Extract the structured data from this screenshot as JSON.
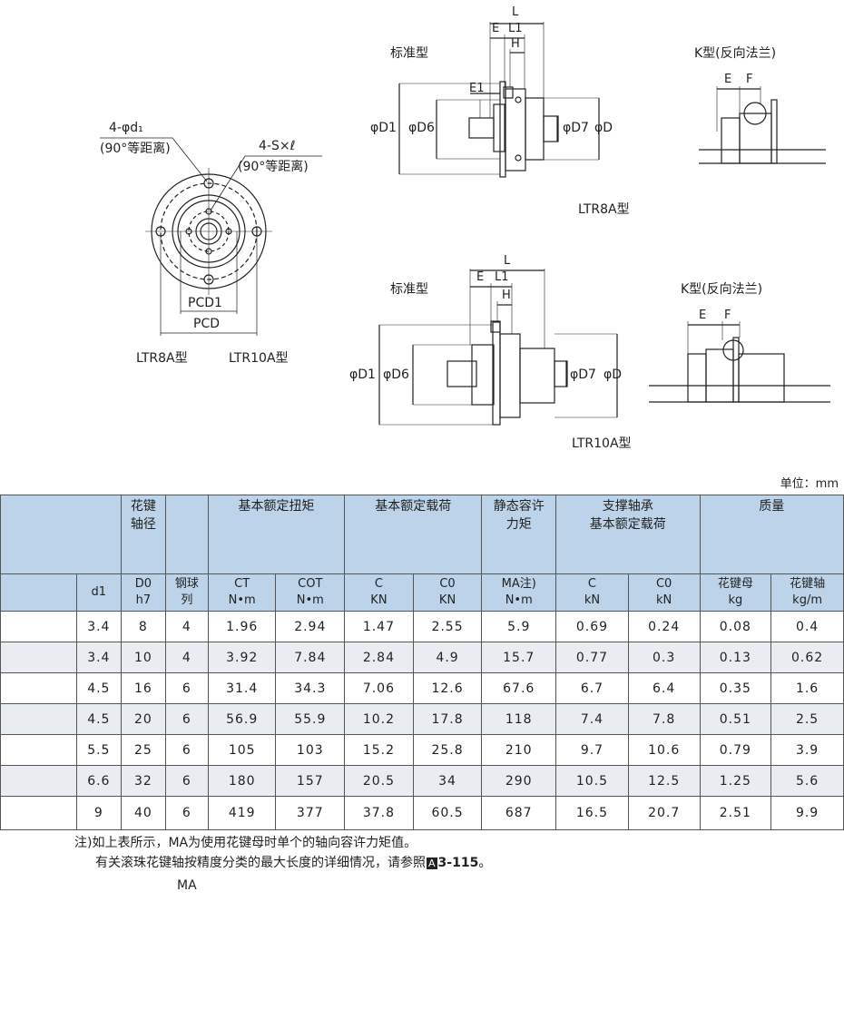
{
  "drawing": {
    "d1_label": "4-φd₁",
    "d1_sub": "(90°等距离)",
    "s_label": "4-S×ℓ",
    "s_sub": "(90°等距离)",
    "pcd1": "PCD1",
    "pcd": "PCD",
    "front_caption_a": "LTR8A型",
    "front_caption_b": "LTR10A型",
    "std_label": "标准型",
    "k_label": "K型(反向法兰)",
    "L": "L",
    "E": "E",
    "L1": "L1",
    "H": "H",
    "E1": "E1",
    "F": "F",
    "D1": "φD1",
    "D6": "φD6",
    "D7": "φD7",
    "D": "φD",
    "ltr8a": "LTR8A型",
    "ltr10a": "LTR10A型",
    "ma": "MA"
  },
  "unit": "单位：mm",
  "table": {
    "header": {
      "spline_dia": "花键\n轴径",
      "torque": "基本额定扭矩",
      "load": "基本额定载荷",
      "static_moment": "静态容许\n力矩",
      "bearing": "支撑轴承\n基本额定载荷",
      "mass": "质量",
      "d1": "d1",
      "d0": "D0\nh7",
      "balls": "钢球\n列",
      "ct": "CT\nN•m",
      "cot": "COT\nN•m",
      "c": "C\nKN",
      "c0": "C0\nKN",
      "ma": "MA注)\nN•m",
      "bc": "C\nkN",
      "bc0": "C0\nkN",
      "nut": "花键母\nkg",
      "shaft": "花键轴\nkg/m"
    },
    "rows": [
      [
        "3.4",
        "8",
        "4",
        "1.96",
        "2.94",
        "1.47",
        "2.55",
        "5.9",
        "0.69",
        "0.24",
        "0.08",
        "0.4"
      ],
      [
        "3.4",
        "10",
        "4",
        "3.92",
        "7.84",
        "2.84",
        "4.9",
        "15.7",
        "0.77",
        "0.3",
        "0.13",
        "0.62"
      ],
      [
        "4.5",
        "16",
        "6",
        "31.4",
        "34.3",
        "7.06",
        "12.6",
        "67.6",
        "6.7",
        "6.4",
        "0.35",
        "1.6"
      ],
      [
        "4.5",
        "20",
        "6",
        "56.9",
        "55.9",
        "10.2",
        "17.8",
        "118",
        "7.4",
        "7.8",
        "0.51",
        "2.5"
      ],
      [
        "5.5",
        "25",
        "6",
        "105",
        "103",
        "15.2",
        "25.8",
        "210",
        "9.7",
        "10.6",
        "0.79",
        "3.9"
      ],
      [
        "6.6",
        "32",
        "6",
        "180",
        "157",
        "20.5",
        "34",
        "290",
        "10.5",
        "12.5",
        "1.25",
        "5.6"
      ],
      [
        "9",
        "40",
        "6",
        "419",
        "377",
        "37.8",
        "60.5",
        "687",
        "16.5",
        "20.7",
        "2.51",
        "9.9"
      ]
    ]
  },
  "notes": {
    "note1": "注)如上表所示，MA为使用花键母时单个的轴向容许力矩值。",
    "note2_pre": "有关滚珠花键轴按精度分类的最大长度的详细情况，请参照",
    "note2_box": "A",
    "note2_ref": "3-115",
    "note2_post": "。"
  }
}
